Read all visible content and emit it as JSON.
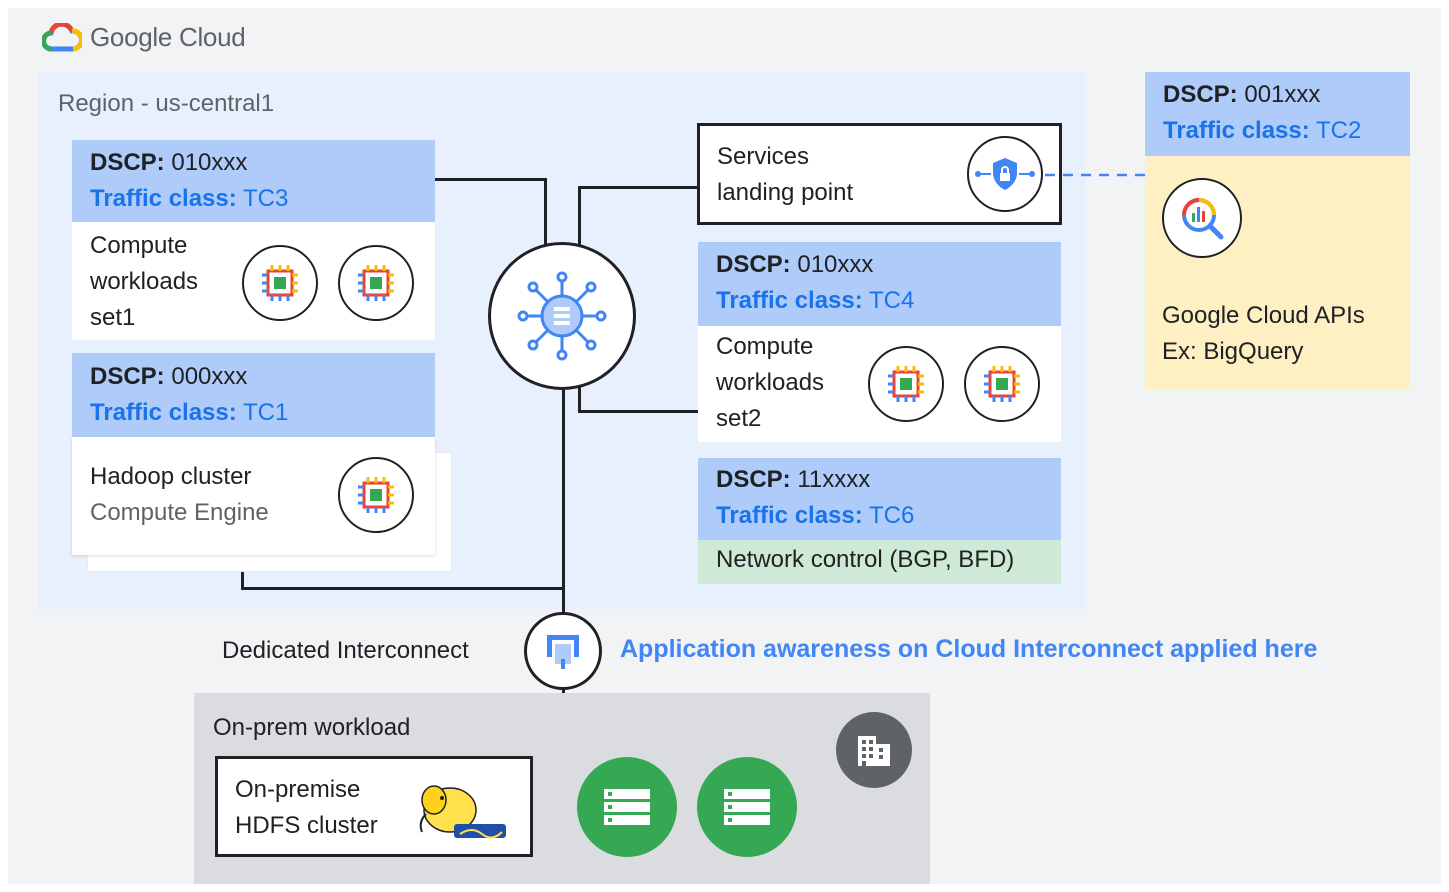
{
  "logo": {
    "text": "Google Cloud"
  },
  "region": {
    "label": "Region - us-central1"
  },
  "dscp_key": "DSCP:",
  "tc_key": "Traffic class:",
  "groups": {
    "set1": {
      "dscp": "010xxx",
      "tc": "TC3",
      "title": [
        "Compute",
        "workloads",
        "set1"
      ]
    },
    "hadoop": {
      "dscp": "000xxx",
      "tc": "TC1",
      "title": "Hadoop cluster",
      "subtitle": "Compute Engine"
    },
    "set2": {
      "dscp": "010xxx",
      "tc": "TC4",
      "title": [
        "Compute",
        "workloads",
        "set2"
      ]
    },
    "netctl": {
      "dscp": "11xxxx",
      "tc": "TC6",
      "title": "Network control (BGP, BFD)"
    },
    "apis": {
      "dscp": "001xxx",
      "tc": "TC2",
      "title": "Google Cloud APIs",
      "subtitle": "Ex: BigQuery"
    }
  },
  "services": {
    "line1": "Services",
    "line2": "landing point"
  },
  "interconnect": {
    "label": "Dedicated Interconnect",
    "note": "Application awareness on Cloud Interconnect applied here"
  },
  "onprem": {
    "label": "On-prem workload",
    "hdfs_line1": "On-premise",
    "hdfs_line2": "HDFS cluster"
  },
  "colors": {
    "dscp_band": "#aecbfa",
    "traffic_class": "#1a73e8",
    "region_bg": "#e8f0fe",
    "apis_bg": "#fef0c3",
    "netctl_bg": "#ceead6",
    "onprem_bg": "#dadce0",
    "server_green": "#34a853"
  },
  "icons": [
    "google-cloud-logo",
    "cpu-chip-icon",
    "network-hub-icon",
    "shield-lock-icon",
    "bigquery-icon",
    "interconnect-icon",
    "building-icon",
    "server-icon",
    "hadoop-logo"
  ]
}
